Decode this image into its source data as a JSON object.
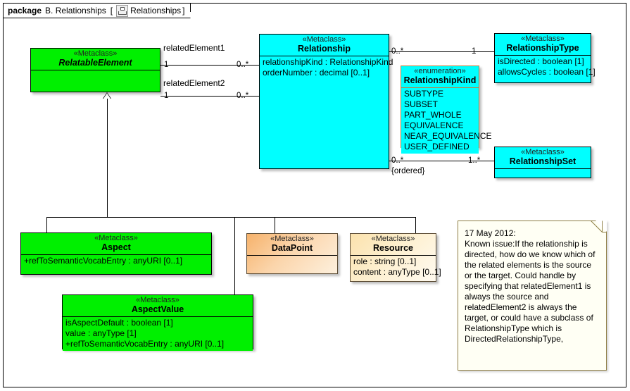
{
  "package": {
    "keyword": "package",
    "name": "B. Relationships",
    "bracket_open": "[",
    "diagram_icon": "diagram-icon",
    "diagram_name": "Relationships",
    "bracket_close": "]"
  },
  "stereotypes": {
    "metaclass": "«Metaclass»",
    "enumeration": "«enumeration»"
  },
  "classes": {
    "relatable_element": {
      "stereotype": "«Metaclass»",
      "name": "RelatableElement",
      "attributes": []
    },
    "relationship": {
      "stereotype": "«Metaclass»",
      "name": "Relationship",
      "attributes": [
        "relationshipKind : RelationshipKind",
        "orderNumber : decimal [0..1]"
      ]
    },
    "relationship_kind": {
      "stereotype": "«enumeration»",
      "name": "RelationshipKind",
      "attributes": [
        "SUBTYPE",
        "SUBSET",
        "PART_WHOLE",
        "EQUIVALENCE",
        "NEAR_EQUIVALENCE",
        "USER_DEFINED"
      ]
    },
    "relationship_type": {
      "stereotype": "«Metaclass»",
      "name": "RelationshipType",
      "attributes": [
        "isDirected : boolean [1]",
        "allowsCycles : boolean [1]"
      ]
    },
    "relationship_set": {
      "stereotype": "«Metaclass»",
      "name": "RelationshipSet",
      "attributes": []
    },
    "aspect": {
      "stereotype": "«Metaclass»",
      "name": "Aspect",
      "attributes": [
        "+refToSemanticVocabEntry : anyURI [0..1]"
      ]
    },
    "data_point": {
      "stereotype": "«Metaclass»",
      "name": "DataPoint",
      "attributes": []
    },
    "resource": {
      "stereotype": "«Metaclass»",
      "name": "Resource",
      "attributes": [
        "role : string [0..1]",
        "content : anyType [0..1]"
      ]
    },
    "aspect_value": {
      "stereotype": "«Metaclass»",
      "name": "AspectValue",
      "attributes": [
        "isAspectDefault : boolean [1]",
        "value : anyType [1]",
        "+refToSemanticVocabEntry : anyURI [0..1]"
      ]
    }
  },
  "associations": {
    "related_element1": {
      "role": "relatedElement1",
      "source_mult": "1",
      "target_mult": "0..*"
    },
    "related_element2": {
      "role": "relatedElement2",
      "source_mult": "1",
      "target_mult": "0..*"
    },
    "rel_to_type": {
      "source_mult": "0..*",
      "target_mult": "1"
    },
    "rel_to_set": {
      "source_mult": "0..*",
      "source_constraint": "{ordered}",
      "target_mult": "1..*"
    }
  },
  "note": {
    "date": "17 May 2012:",
    "lines": [
      "Known issue:If the relationship is",
      "directed, how do we know which of",
      "the related elements is the source",
      "or the target.  Could handle by",
      "specifying that relatedElement1 is",
      "always the source and",
      "relatedElement2 is always the",
      "target, or could have a subclass of",
      "RelationshipType which is",
      "DirectedRelationshipType,"
    ]
  },
  "colors": {
    "green_fill": "#00f000",
    "cyan_fill": "#00ffff",
    "enum_border": "#c07a3a",
    "note_fill": "#fffff4",
    "note_border": "#8f7f45",
    "line": "#000000"
  }
}
